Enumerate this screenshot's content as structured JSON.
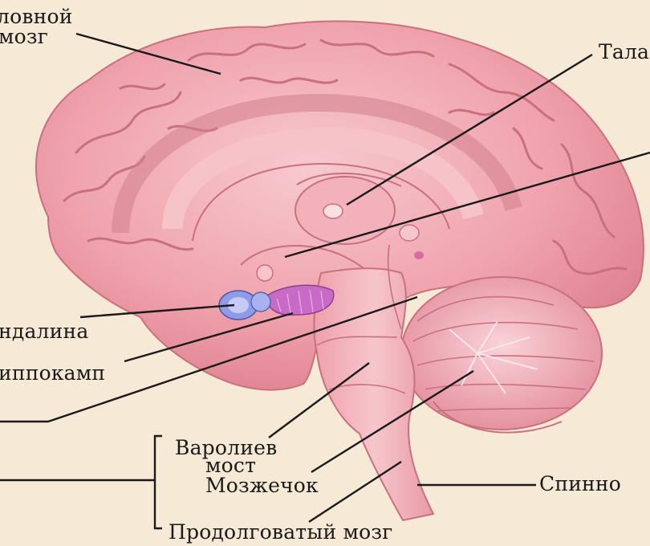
{
  "labels": {
    "cerebrum_line1": "ловной",
    "cerebrum_line2": "мозг",
    "thalamus": "Тала",
    "amygdala": "ндалина",
    "hippocampus": "иппокамп",
    "pons_line1": "Варолиев",
    "pons_line2": "мост",
    "cerebellum": "Мозжечок",
    "spinal_cord": "Спинно",
    "medulla": "Продолговатый мозг"
  },
  "colors": {
    "background": "#f6ead6",
    "brain_fill": "#f0a3ae",
    "brain_light": "#f6c3c9",
    "fold_line": "#c9707f",
    "amygdala": "#8f9be8",
    "hippocampus": "#c86bc6",
    "leader_line": "#1a1a1a"
  }
}
